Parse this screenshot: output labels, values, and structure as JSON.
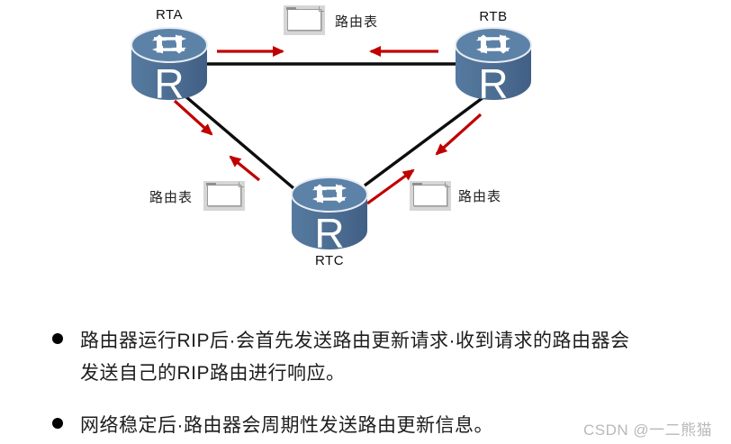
{
  "diagram": {
    "routers": [
      {
        "id": "rta",
        "label": "RTA"
      },
      {
        "id": "rtb",
        "label": "RTB"
      },
      {
        "id": "rtc",
        "label": "RTC"
      }
    ],
    "router_glyph": "R",
    "routing_table_label": "路由表",
    "colors": {
      "router_body": "#4c6d92",
      "router_top": "#5d82a8",
      "link": "#0d0d0d",
      "arrow": "#c00000",
      "icon_bg": "#d6d6d6"
    }
  },
  "bullets": [
    {
      "lines": [
        "路由器运行RIP后·会首先发送路由更新请求·收到请求的路由器会",
        "发送自己的RIP路由进行响应。"
      ]
    },
    {
      "lines": [
        "网络稳定后·路由器会周期性发送路由更新信息。"
      ]
    }
  ],
  "watermark": "CSDN @一二熊猫"
}
